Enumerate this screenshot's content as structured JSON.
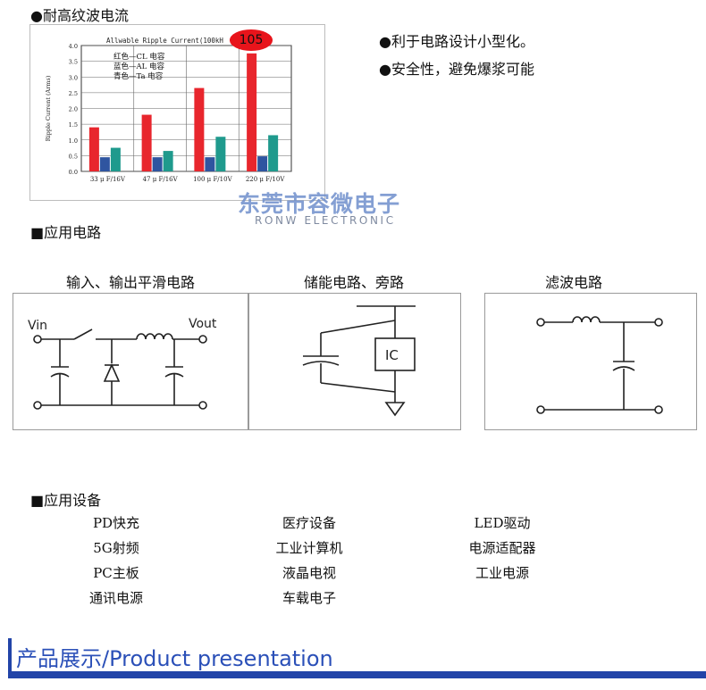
{
  "sections": {
    "ripple_title": "●耐高纹波电流",
    "circuit_title": "■应用电路",
    "equipment_title": "■应用设备"
  },
  "bullets": [
    "●利于电路设计小型化。",
    "●安全性，避免爆浆可能"
  ],
  "watermark": {
    "cn": "东莞市容微电子",
    "en": "RONW ELECTRONIC"
  },
  "badge": {
    "text": "105",
    "color": "#e8141b"
  },
  "chart_data": {
    "type": "bar",
    "title": "Allwable Ripple Current(100kH",
    "ylabel": "Ripple Current (Arms)",
    "ylim": [
      0,
      4.0
    ],
    "yticks": [
      "0.0",
      "0.5",
      "1.0",
      "1.5",
      "2.0",
      "2.5",
      "3.0",
      "3.5",
      "4.0"
    ],
    "categories": [
      "33 μ F/16V",
      "47 μ F/16V",
      "100 μ F/10V",
      "220 μ F/10V"
    ],
    "series": [
      {
        "name": "红色—CL 电容",
        "color": "#e8262d",
        "values": [
          1.4,
          1.8,
          2.65,
          3.75
        ]
      },
      {
        "name": "蓝色—AL 电容",
        "color": "#2f55a0",
        "values": [
          0.45,
          0.45,
          0.45,
          0.48
        ]
      },
      {
        "name": "青色—Ta 电容",
        "color": "#1f9a8d",
        "values": [
          0.75,
          0.65,
          1.1,
          1.15
        ]
      }
    ],
    "grid": true,
    "legend": "top-left"
  },
  "circuits": [
    {
      "title": "输入、输出平滑电路",
      "vin": "Vin",
      "vout": "Vout"
    },
    {
      "title": "储能电路、旁路",
      "ic": "IC"
    },
    {
      "title": "滤波电路"
    }
  ],
  "applications": [
    [
      "PD快充",
      "医疗设备",
      "LED驱动"
    ],
    [
      "5G射频",
      "工业计算机",
      "电源适配器"
    ],
    [
      "PC主板",
      "液晶电视",
      "工业电源"
    ],
    [
      "通讯电源",
      "车载电子",
      ""
    ]
  ],
  "footer": {
    "title": "产品展示/Product presentation",
    "color": "#2244a8"
  }
}
